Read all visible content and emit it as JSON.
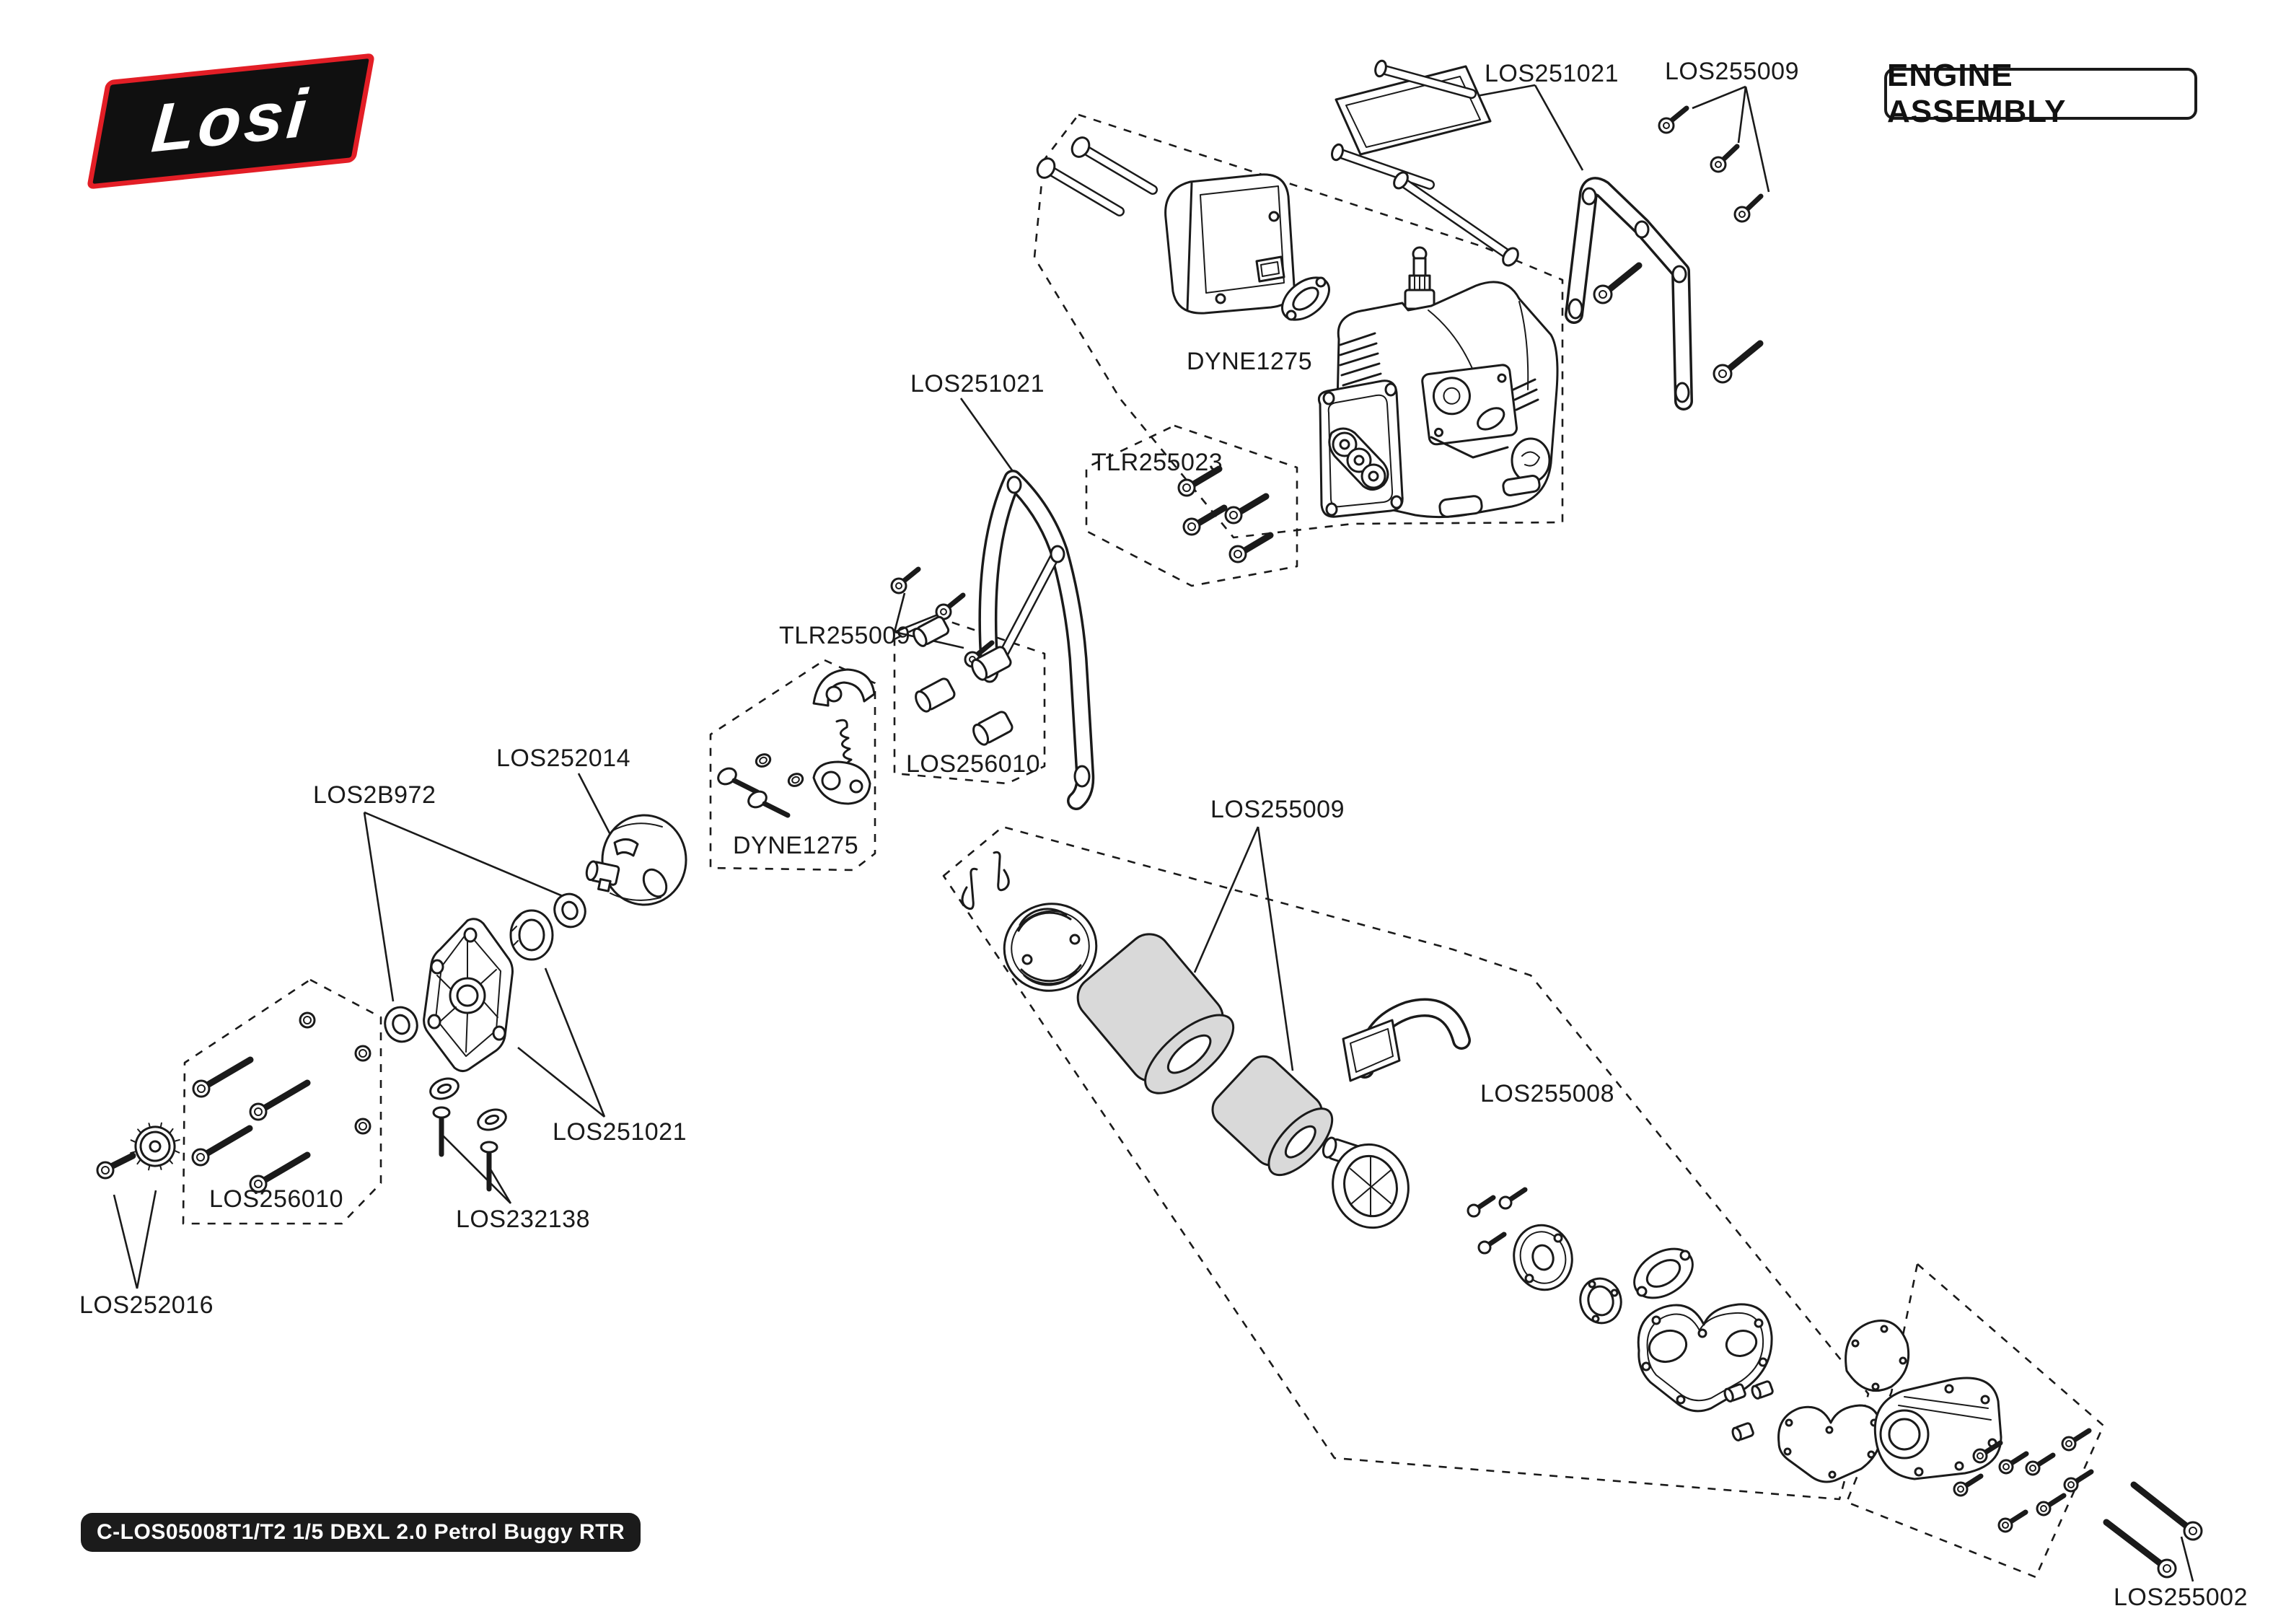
{
  "header": {
    "title": "ENGINE ASSEMBLY",
    "brand": "Losi"
  },
  "footer": {
    "model_badge": "C-LOS05008T1/T2 1/5 DBXL 2.0 Petrol Buggy RTR"
  },
  "labels": {
    "los251021_top": "LOS251021",
    "los255009_top": "LOS255009",
    "dyne1275_engine": "DYNE1275",
    "los251021_mid": "LOS251021",
    "tlr255023": "TLR255023",
    "tlr255009": "TLR255009",
    "los252014": "LOS252014",
    "los2b972": "LOS2B972",
    "los256010_mid": "LOS256010",
    "dyne1275_clutch": "DYNE1275",
    "los255009_center": "LOS255009",
    "los251021_bottom": "LOS251021",
    "los232138": "LOS232138",
    "los256010_left": "LOS256010",
    "los252016": "LOS252016",
    "los255008": "LOS255008",
    "los255002": "LOS255002"
  }
}
